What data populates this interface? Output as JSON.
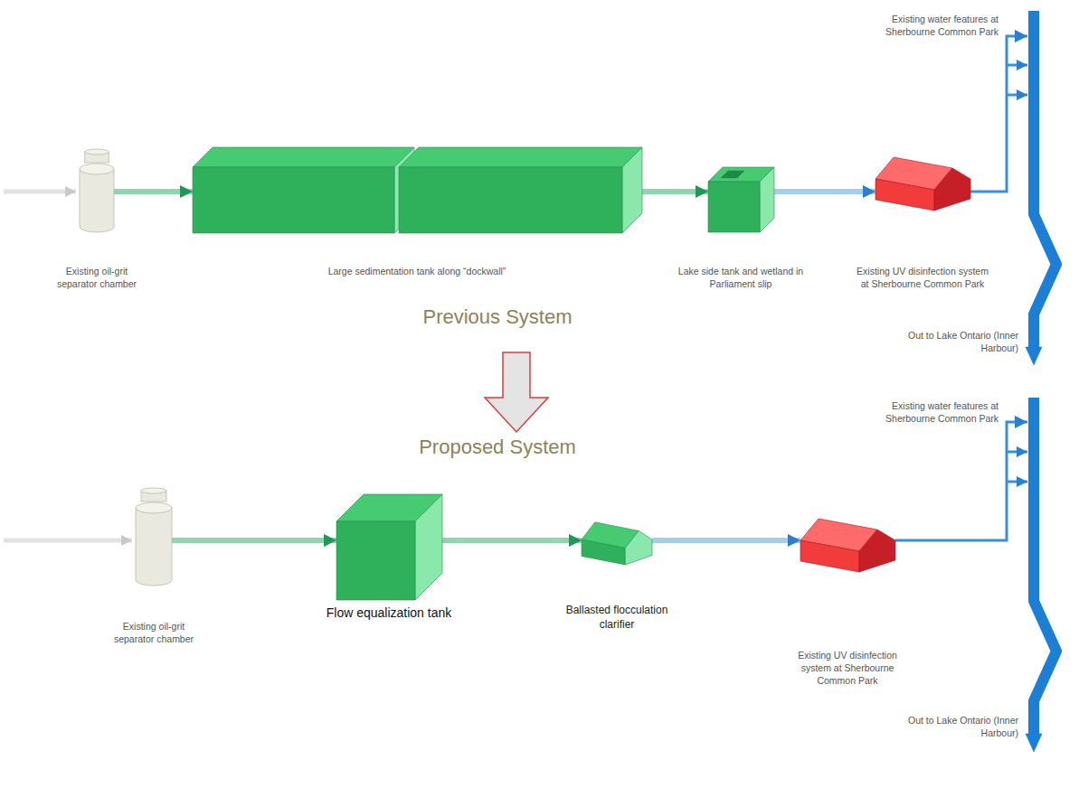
{
  "diagram": {
    "nodes": [
      {
        "text": [
          "Existing oil-grit separator chamber"
        ]
      },
      {
        "text": [
          "Large sedimentation tank along “dockwall”"
        ]
      },
      {
        "text": [
          "Lake side tank and wetland in Parliament slip"
        ]
      },
      {
        "text": [
          "Existing UV disinfection system at Sherbourne Common Park"
        ]
      },
      {
        "text": [
          "Existing water features at Sherbourne Common Park",
          "Out to Lake Ontario (Inner Harbour)"
        ]
      },
      {
        "text": [
          "Existing oil-grit separator chamber"
        ]
      },
      {
        "text": [
          "Flow equalization tank"
        ]
      },
      {
        "text": [
          "Ballasted flocculation clarifier"
        ]
      },
      {
        "text": [
          "Existing UV disinfection system at Sherbourne Common Park"
        ]
      },
      {
        "text": [
          "Existing water features at Sherbourne Common Park",
          "Out to Lake Ontario (Inner Harbour)"
        ]
      }
    ],
    "edges": [
      {
        "from": 0,
        "to": 1,
        "arrow": "to"
      },
      {
        "from": 1,
        "to": 2,
        "arrow": "to"
      },
      {
        "from": 2,
        "to": 3,
        "arrow": "to"
      },
      {
        "from": 3,
        "to": 4,
        "arrow": "to"
      },
      {
        "from": 5,
        "to": 6,
        "arrow": "to"
      },
      {
        "from": 6,
        "to": 7,
        "arrow": "to"
      },
      {
        "from": 7,
        "to": 8,
        "arrow": "to"
      },
      {
        "from": 8,
        "to": 9,
        "arrow": "to"
      }
    ],
    "labels": [
      "Previous System",
      "Proposed System"
    ]
  }
}
